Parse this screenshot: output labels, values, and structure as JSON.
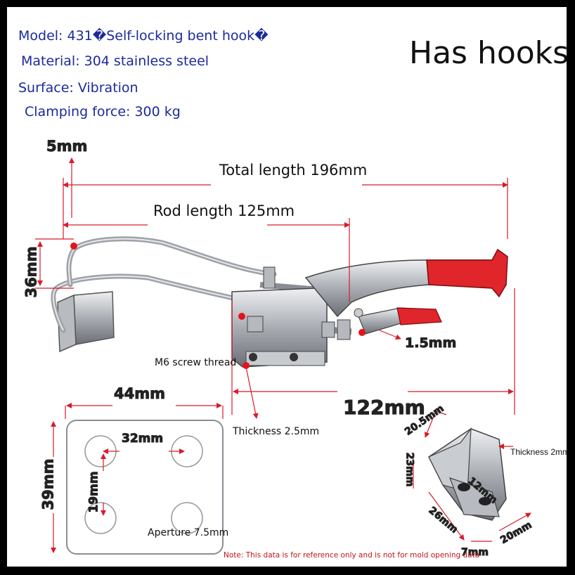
{
  "specs": {
    "model": "Model: 431�Self-locking bent hook�",
    "material": "Material: 304 stainless steel",
    "surface": "Surface: Vibration",
    "clamping_force": "Clamping force: 300 kg"
  },
  "title": "Has hooks",
  "dimensions": {
    "hook_offset": "5mm",
    "total_length": "Total length 196mm",
    "rod_length": "Rod length 125mm",
    "height": "36mm",
    "handle_gap": "1.5mm",
    "thread": "M6 screw thread",
    "base_length": "122mm",
    "thickness": "Thickness 2.5mm"
  },
  "base_plate": {
    "width": "44mm",
    "height": "39mm",
    "hole_spacing_x": "32mm",
    "hole_spacing_y": "19mm",
    "aperture": "Aperture 7.5mm"
  },
  "hook_bracket": {
    "top_width": "20.5mm",
    "thickness": "Thickness 2mm",
    "height": "23mm",
    "slot": "12mm",
    "length": "26mm",
    "width": "20mm",
    "depth": "7mm"
  },
  "note": "Note: This data is for reference only and is not for mold opening data",
  "colors": {
    "spec_text": "#1b2a9c",
    "handle_grip": "#e0262b",
    "marker_dot": "#e3141b",
    "dimension_line": "#d81b2a"
  }
}
